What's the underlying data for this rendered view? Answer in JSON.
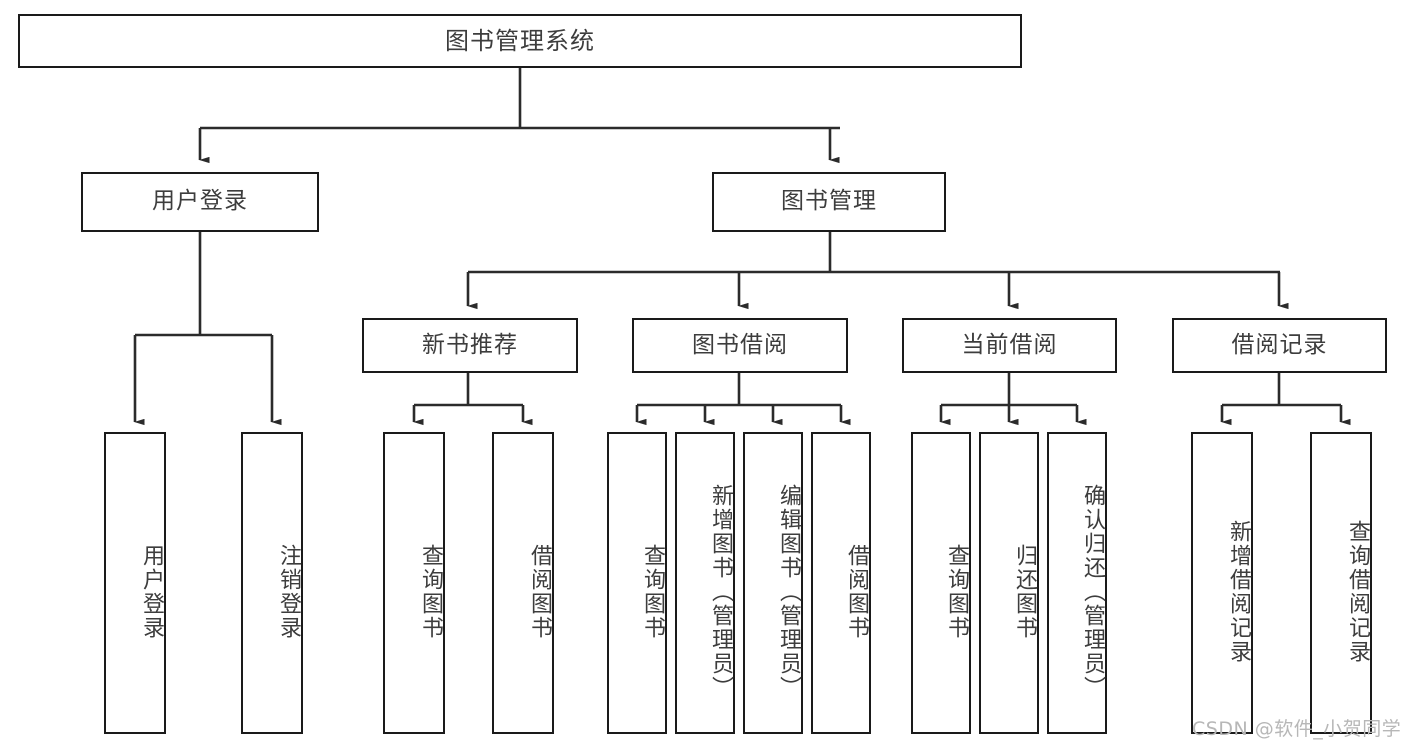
{
  "diagram": {
    "title": "图书管理系统",
    "type": "tree",
    "watermark": "CSDN @软件_小贺同学",
    "colors": {
      "background": "#ffffff",
      "border": "#1a1a1a",
      "text": "#3d3d3d",
      "connector": "#2b2b2b",
      "watermark": "#b7b7b7"
    }
  },
  "nodes": {
    "root": {
      "label": "图书管理系统"
    },
    "level1": [
      {
        "label": "用户登录"
      },
      {
        "label": "图书管理"
      }
    ],
    "level2": [
      {
        "label": "新书推荐"
      },
      {
        "label": "图书借阅"
      },
      {
        "label": "当前借阅"
      },
      {
        "label": "借阅记录"
      }
    ],
    "leaves": {
      "user_login": [
        {
          "label": "用户登录"
        },
        {
          "label": "注销登录"
        }
      ],
      "new_book_recommend": [
        {
          "label": "查询图书"
        },
        {
          "label": "借阅图书"
        }
      ],
      "book_borrow": [
        {
          "label": "查询图书"
        },
        {
          "label": "新增图书（管理员）"
        },
        {
          "label": "编辑图书（管理员）"
        },
        {
          "label": "借阅图书"
        }
      ],
      "current_borrow": [
        {
          "label": "查询图书"
        },
        {
          "label": "归还图书"
        },
        {
          "label": "确认归还（管理员）"
        }
      ],
      "borrow_record": [
        {
          "label": "新增借阅记录"
        },
        {
          "label": "查询借阅记录"
        }
      ]
    }
  }
}
